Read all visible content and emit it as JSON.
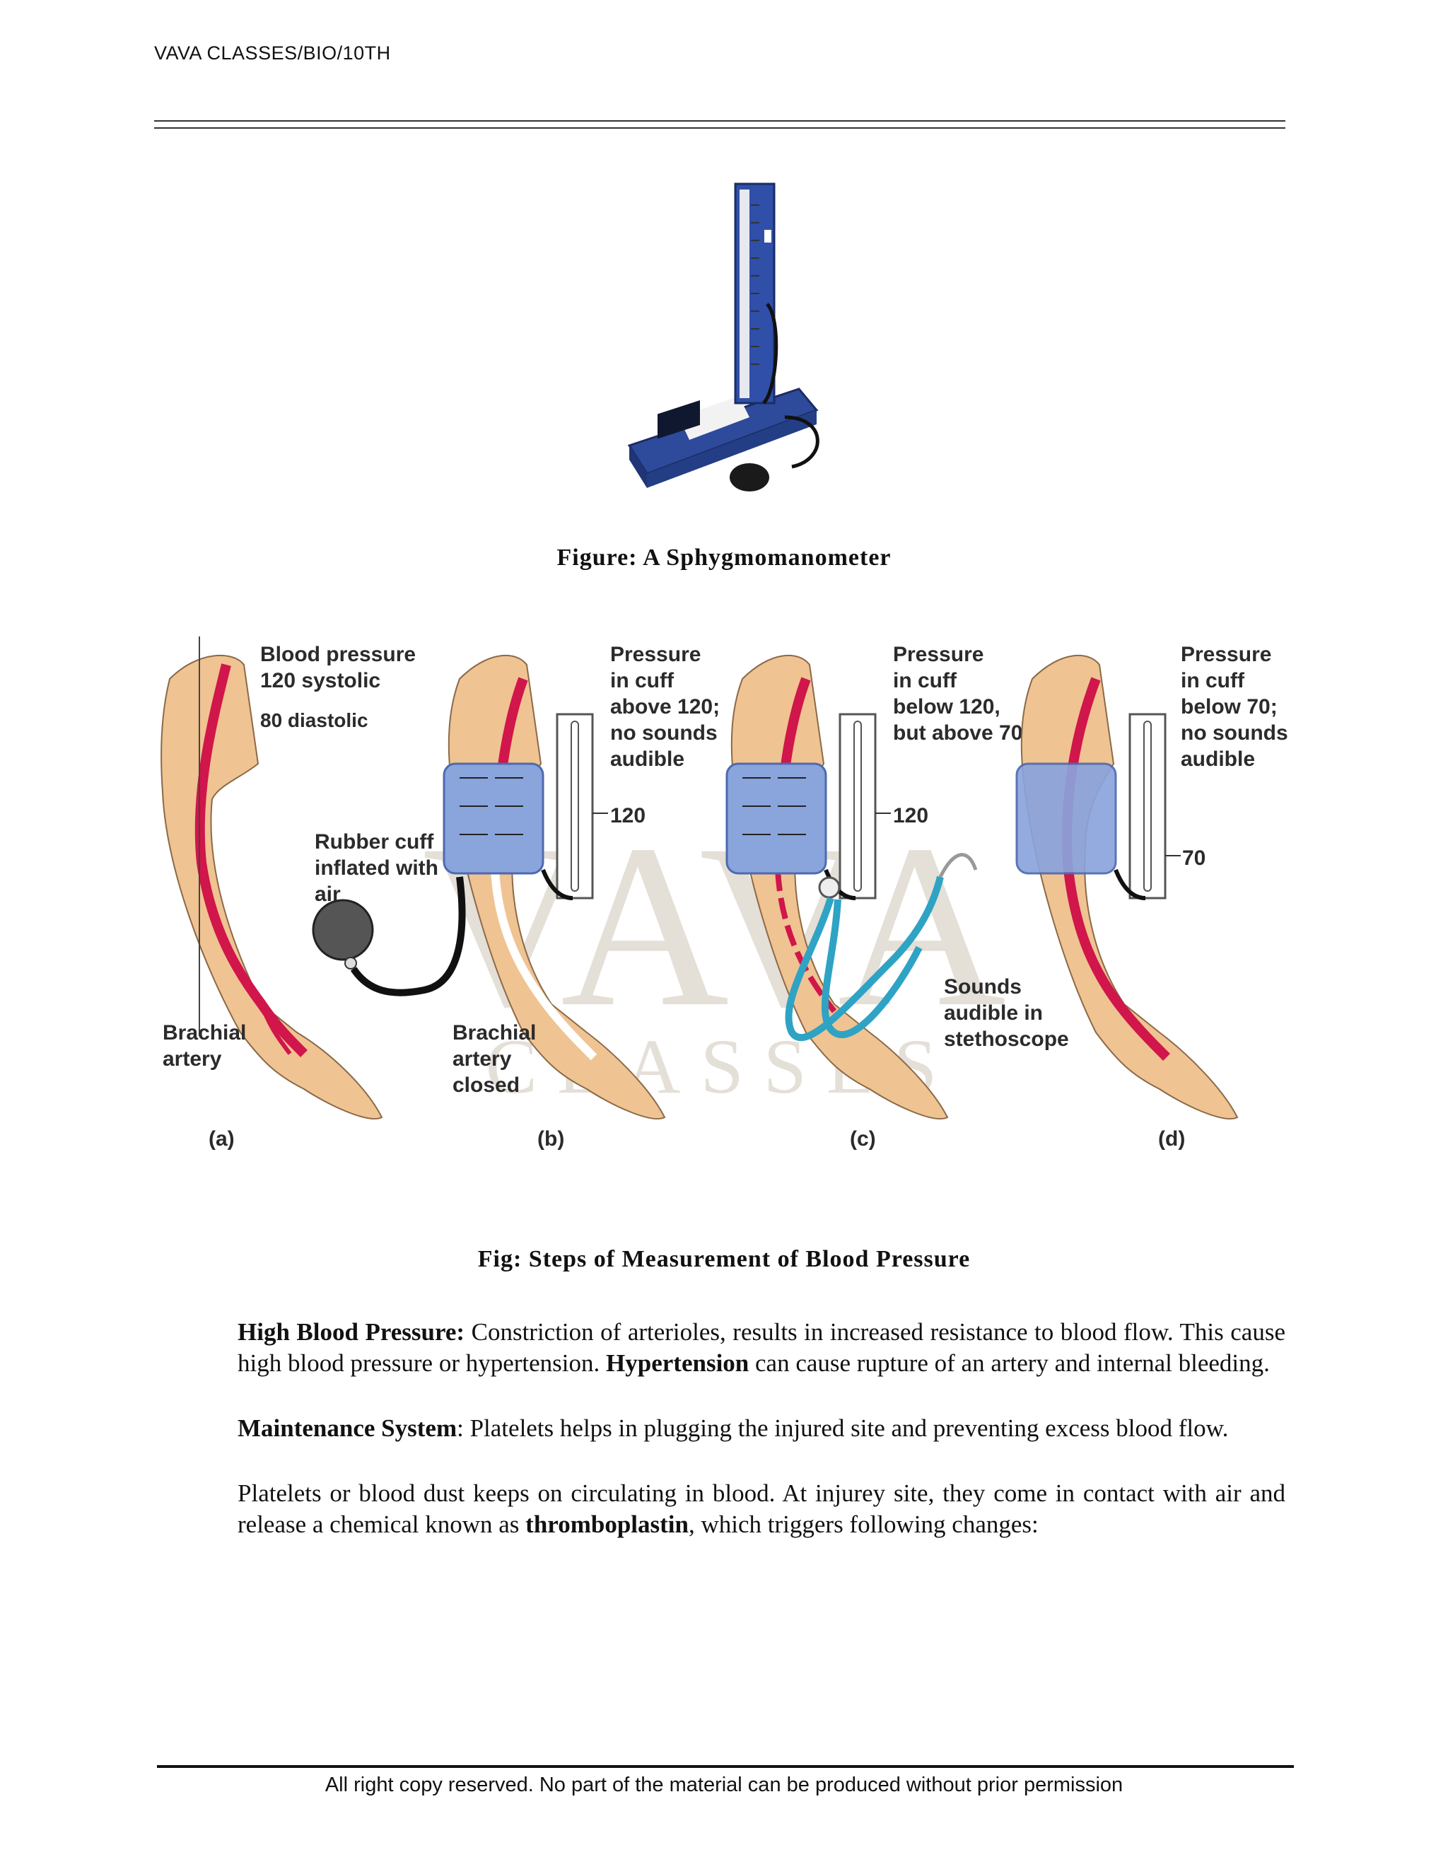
{
  "header": {
    "text": "VAVA CLASSES/BIO/10TH"
  },
  "figure1": {
    "caption": "Figure:  A  Sphygmomanometer"
  },
  "figure2": {
    "caption": "Fig:  Steps  of  Measurement  of  Blood  Pressure",
    "panel_a": {
      "line1": "Blood pressure",
      "line2": "120 systolic",
      "line3": "80 diastolic",
      "artery1": "Brachial",
      "artery2": "artery",
      "tag": "(a)"
    },
    "panel_b": {
      "p1": "Pressure",
      "p2": "in cuff",
      "p3": "above 120;",
      "p4": "no sounds",
      "p5": "audible",
      "gauge": "120",
      "cuff1": "Rubber cuff",
      "cuff2": "inflated with",
      "cuff3": "air",
      "art1": "Brachial",
      "art2": "artery",
      "art3": "closed",
      "tag": "(b)"
    },
    "panel_c": {
      "p1": "Pressure",
      "p2": "in cuff",
      "p3": "below 120,",
      "p4": "but above 70",
      "gauge": "120",
      "s1": "Sounds",
      "s2": "audible in",
      "s3": "stethoscope",
      "tag": "(c)"
    },
    "panel_d": {
      "p1": "Pressure",
      "p2": "in cuff",
      "p3": "below 70;",
      "p4": "no sounds",
      "p5": "audible",
      "gauge": "70",
      "tag": "(d)"
    },
    "watermark1": "VAVA",
    "watermark2": "CLASSES"
  },
  "paragraphs": {
    "p1_bold": "High Blood Pressure:",
    "p1_a": " Constriction of arterioles, results in increased resistance to blood flow. This cause high blood pressure or hypertension. ",
    "p1_bold2": "Hypertension",
    "p1_b": " can cause rupture of an artery and internal bleeding.",
    "p2_bold": "Maintenance System",
    "p2_a": ": Platelets helps in plugging the injured site and preventing excess blood flow.",
    "p3_a": "Platelets or blood dust keeps on circulating in blood. At injurey site, they come in contact with air and release a chemical known as ",
    "p3_bold": "thromboplastin",
    "p3_b": ", which triggers following changes:"
  },
  "footer": {
    "text": "All right copy reserved. No part of the material can be produced without prior permission"
  }
}
